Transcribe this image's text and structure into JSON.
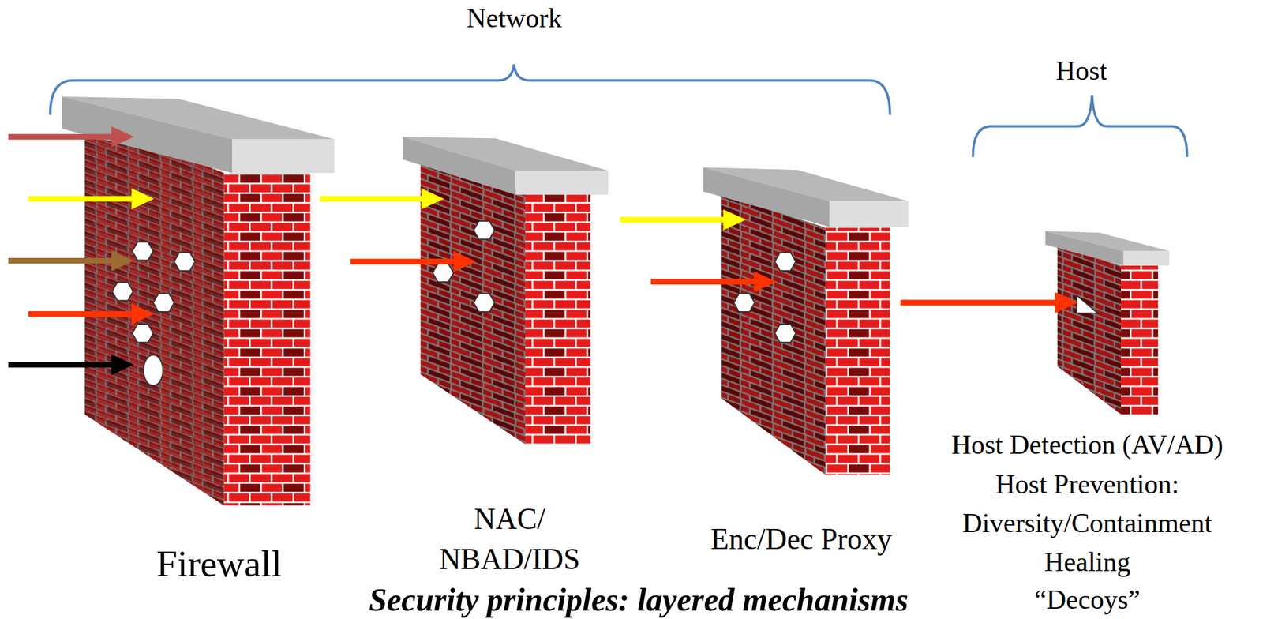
{
  "diagram": {
    "caption": "Security principles: layered mechanisms",
    "labels": [
      "Network",
      "Host",
      "Firewall",
      "NAC/",
      "NBAD/IDS",
      "Enc/Dec Proxy",
      "Host Detection (AV/AD)",
      "Host Prevention:",
      "Diversity/Containment",
      "Healing",
      "“Decoys”"
    ]
  }
}
